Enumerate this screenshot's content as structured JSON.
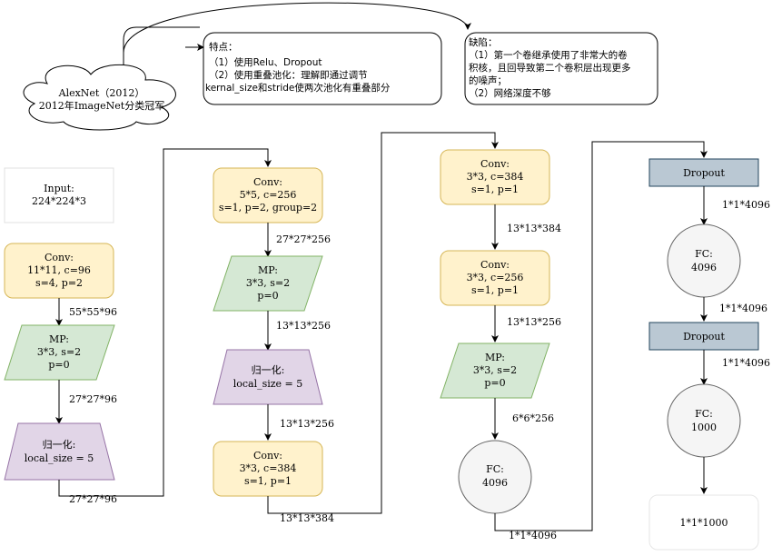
{
  "cloud": {
    "line1": "AlexNet（2012）",
    "line2": "2012年ImageNet分类冠军"
  },
  "features": {
    "title": "特点：",
    "line1": "（1）使用Relu、Dropout",
    "line2": "（2）使用重叠池化：理解即通过调节",
    "line3": "kernal_size和stride使两次池化有重叠部分"
  },
  "defects": {
    "title": "缺陷：",
    "line1": "（1）第一个卷继承使用了非常大的卷",
    "line2": "积核，且回导致第二个卷积层出现更多",
    "line3": "的噪声；",
    "line4": "（2）网络深度不够"
  },
  "col1": {
    "input": [
      "Input:",
      "224*224*3"
    ],
    "conv": [
      "Conv:",
      "11*11, c=96",
      "s=4, p=2"
    ],
    "mp": [
      "MP:",
      "3*3, s=2",
      "p=0"
    ],
    "norm": [
      "归一化:",
      "local_size = 5"
    ],
    "edge1": "55*55*96",
    "edge2": "27*27*96",
    "edge3": "27*27*96"
  },
  "col2": {
    "conv": [
      "Conv:",
      "5*5, c=256",
      "s=1, p=2, group=2"
    ],
    "mp": [
      "MP:",
      "3*3, s=2",
      "p=0"
    ],
    "norm": [
      "归一化:",
      "local_size = 5"
    ],
    "conv2": [
      "Conv:",
      "3*3, c=384",
      "s=1, p=1"
    ],
    "edge1": "27*27*256",
    "edge2": "13*13*256",
    "edge3": "13*13*256",
    "edge4": "13*13*384"
  },
  "col3": {
    "conv1": [
      "Conv:",
      "3*3, c=384",
      "s=1, p=1"
    ],
    "conv2": [
      "Conv:",
      "3*3, c=256",
      "s=1, p=1"
    ],
    "mp": [
      "MP:",
      "3*3, s=2",
      "p=0"
    ],
    "fc": [
      "FC:",
      "4096"
    ],
    "edge1": "13*13*384",
    "edge2": "13*13*256",
    "edge3": "6*6*256",
    "edge4": "1*1*4096"
  },
  "col4": {
    "dropout1": "Dropout",
    "fc1": [
      "FC:",
      "4096"
    ],
    "dropout2": "Dropout",
    "fc2": [
      "FC:",
      "1000"
    ],
    "output": "1*1*1000",
    "edge1": "1*1*4096",
    "edge2": "1*1*4096",
    "edge3": "1*1*4096"
  },
  "colors": {
    "conv_fill": "#fff2cc",
    "conv_stroke": "#d6b656",
    "mp_fill": "#d5e8d4",
    "mp_stroke": "#82b366",
    "norm_fill": "#e1d5e7",
    "norm_stroke": "#9673a6",
    "fc_fill": "#f5f5f5",
    "fc_stroke": "#666666",
    "dropout_fill": "#bac8d3",
    "dropout_stroke": "#23445d"
  }
}
